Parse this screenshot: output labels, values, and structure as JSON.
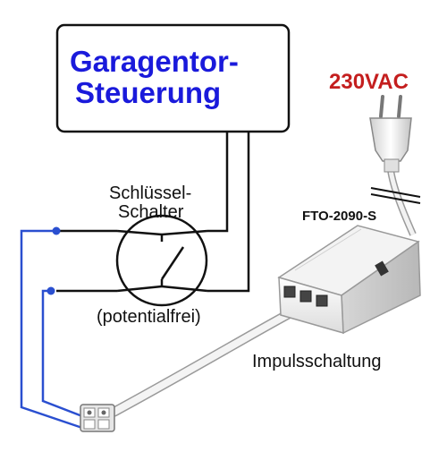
{
  "controller": {
    "title_line1": "Garagentor-",
    "title_line2": "Steuerung",
    "title_color": "#1a1adb"
  },
  "supply": {
    "label": "230VAC",
    "color": "#c41e1e"
  },
  "key_switch": {
    "label_line1": "Schlüssel-",
    "label_line2": "Schalter",
    "note": "(potentialfrei)"
  },
  "module": {
    "model": "FTO-2090-S",
    "caption": "Impulsschaltung"
  },
  "colors": {
    "wire": "#111111",
    "blue_wire": "#2a4fd0"
  }
}
